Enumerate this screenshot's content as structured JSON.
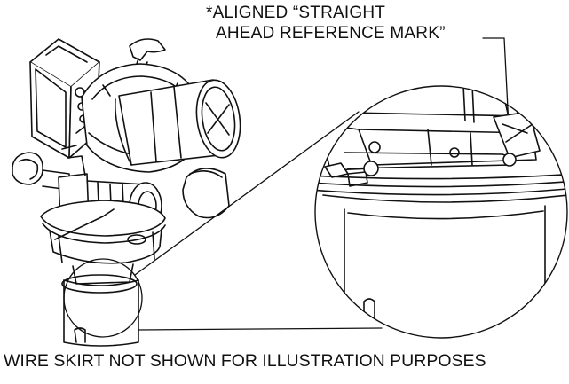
{
  "callout": {
    "line1": "*ALIGNED “STRAIGHT",
    "line2": "AHEAD REFERENCE MARK”"
  },
  "caption": "WIRE SKIRT NOT SHOWN FOR ILLUSTRATION PURPOSES",
  "colors": {
    "ink": "#111111",
    "background": "#ffffff",
    "shade": "#e6e6e6"
  }
}
